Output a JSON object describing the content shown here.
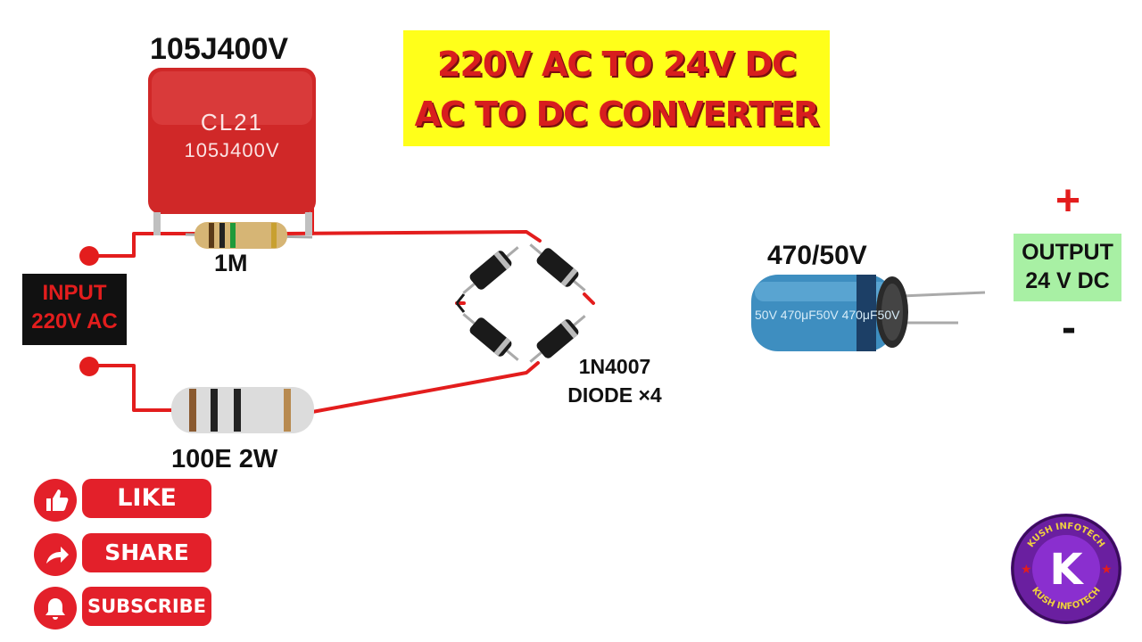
{
  "title": {
    "line1": "220V AC TO 24V DC",
    "line2": "AC TO DC CONVERTER"
  },
  "capacitor_film": {
    "label": "105J400V",
    "body_line1": "CL21",
    "body_line2": "105J400V"
  },
  "resistor_1m": {
    "label": "1M"
  },
  "resistor_100e": {
    "label": "100E 2W"
  },
  "input": {
    "line1": "INPUT",
    "line2": "220V AC"
  },
  "diodes": {
    "line1": "1N4007",
    "line2": "DIODE ×4"
  },
  "electrolytic": {
    "label": "470/50V",
    "print": "50V 470μF50V 470μF50V"
  },
  "output": {
    "line1": "OUTPUT",
    "line2": "24 V DC",
    "plus": "+",
    "minus": "-"
  },
  "social": {
    "like": "LIKE",
    "share": "SHARE",
    "subscribe": "SUBSCRIBE"
  },
  "logo": {
    "letter": "K",
    "ring_text": "KUSH INFOTECH"
  },
  "colors": {
    "wire": "#e31d1d",
    "title_bg": "#ffff1a",
    "title_text": "#d81e1e",
    "output_bg": "#a8f0a4",
    "button": "#e3202a"
  }
}
